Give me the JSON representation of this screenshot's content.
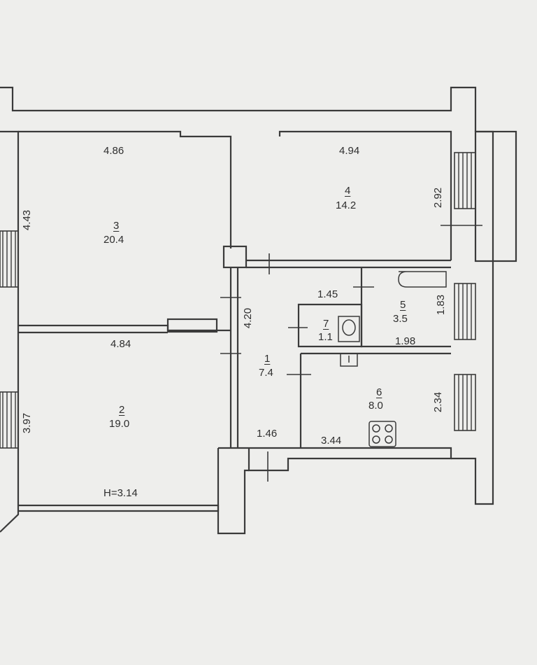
{
  "rooms": [
    {
      "id": "1",
      "area": "7.4"
    },
    {
      "id": "2",
      "area": "19.0"
    },
    {
      "id": "3",
      "area": "20.4"
    },
    {
      "id": "4",
      "area": "14.2"
    },
    {
      "id": "5",
      "area": "3.5"
    },
    {
      "id": "6",
      "area": "8.0"
    },
    {
      "id": "7",
      "area": "1.1"
    }
  ],
  "dimensions": {
    "room3_width": "4.86",
    "room3_depth": "4.43",
    "room4_width": "4.94",
    "room4_depth": "2.92",
    "room2_width": "4.84",
    "room2_depth": "3.97",
    "corridor_length": "4.20",
    "wc_width": "1.45",
    "bath_width": "1.98",
    "bath_depth": "1.83",
    "kitchen_width": "3.44",
    "kitchen_depth": "2.34",
    "entrance_width": "1.46"
  },
  "ceiling_height": "H=3.14"
}
